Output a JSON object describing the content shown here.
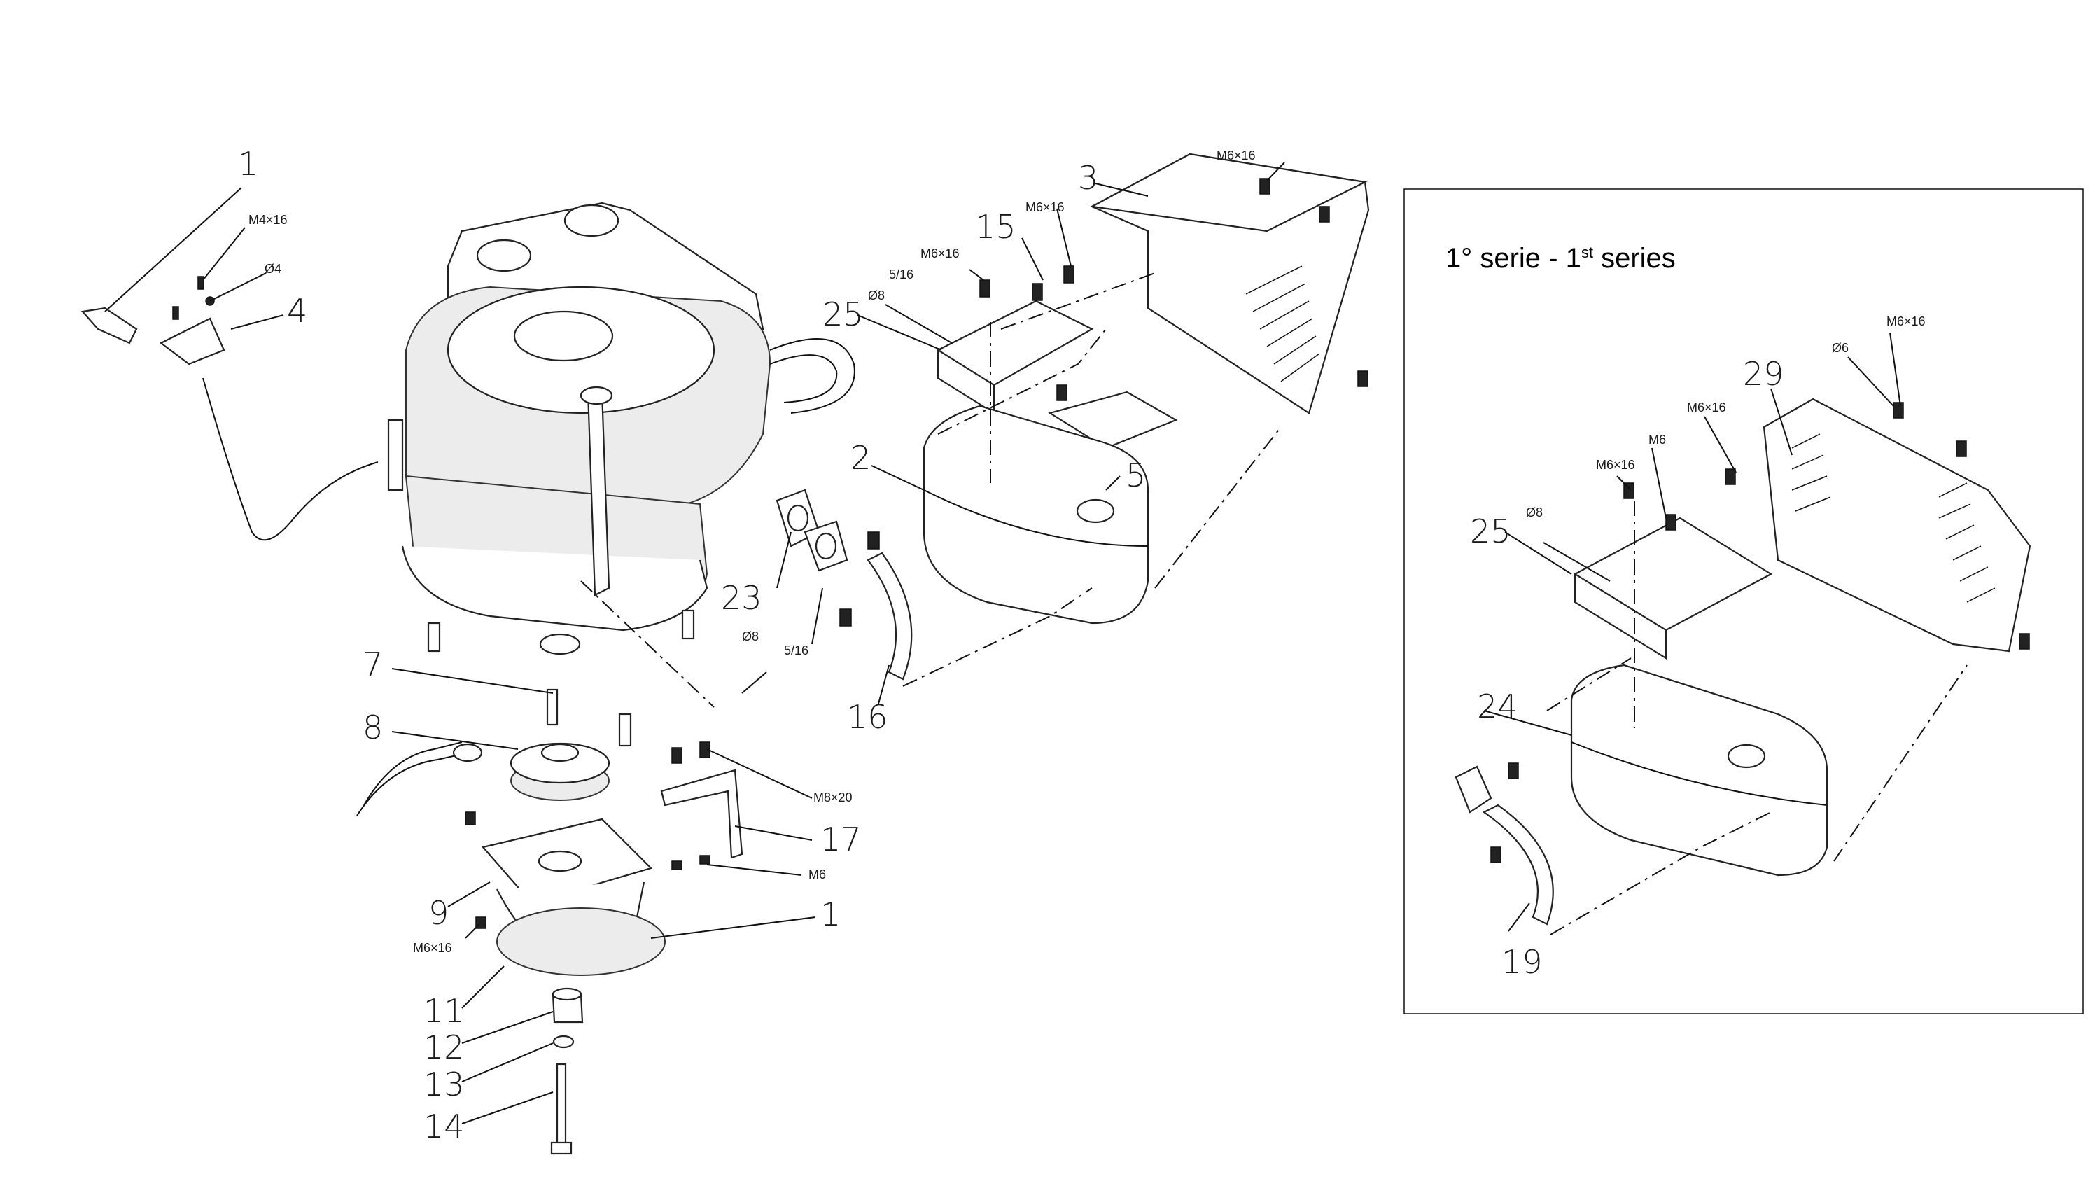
{
  "callouts": {
    "n1": "1",
    "n1b": "1",
    "n2": "2",
    "n3": "3",
    "n4": "4",
    "n5": "5",
    "n7": "7",
    "n8": "8",
    "n9": "9",
    "n11": "11",
    "n12": "12",
    "n13": "13",
    "n14": "14",
    "n15": "15",
    "n16": "16",
    "n17": "17",
    "n23": "23",
    "n25": "25"
  },
  "specs": {
    "m4x16": "M4×16",
    "d4": "Ø4",
    "m6x16_top": "M6×16",
    "m6x16_15": "M6×16",
    "m6x16_25": "M6×16",
    "s516_25": "5/16",
    "d8_25": "Ø8",
    "d8_exh": "Ø8",
    "s516_exh": "5/16",
    "m8x20": "M8×20",
    "m6": "M6",
    "m6x16_clutch": "M6×16"
  },
  "inset": {
    "title_main": "1° serie - 1",
    "title_sup": "st",
    "title_tail": " series",
    "callouts": {
      "n19": "19",
      "n24": "24",
      "n25": "25",
      "n29": "29"
    },
    "specs": {
      "m6x16_a": "M6×16",
      "d6": "Ø6",
      "m6x16_b": "M6×16",
      "m6": "M6",
      "m6x16_c": "M6×16",
      "d8": "Ø8"
    }
  }
}
